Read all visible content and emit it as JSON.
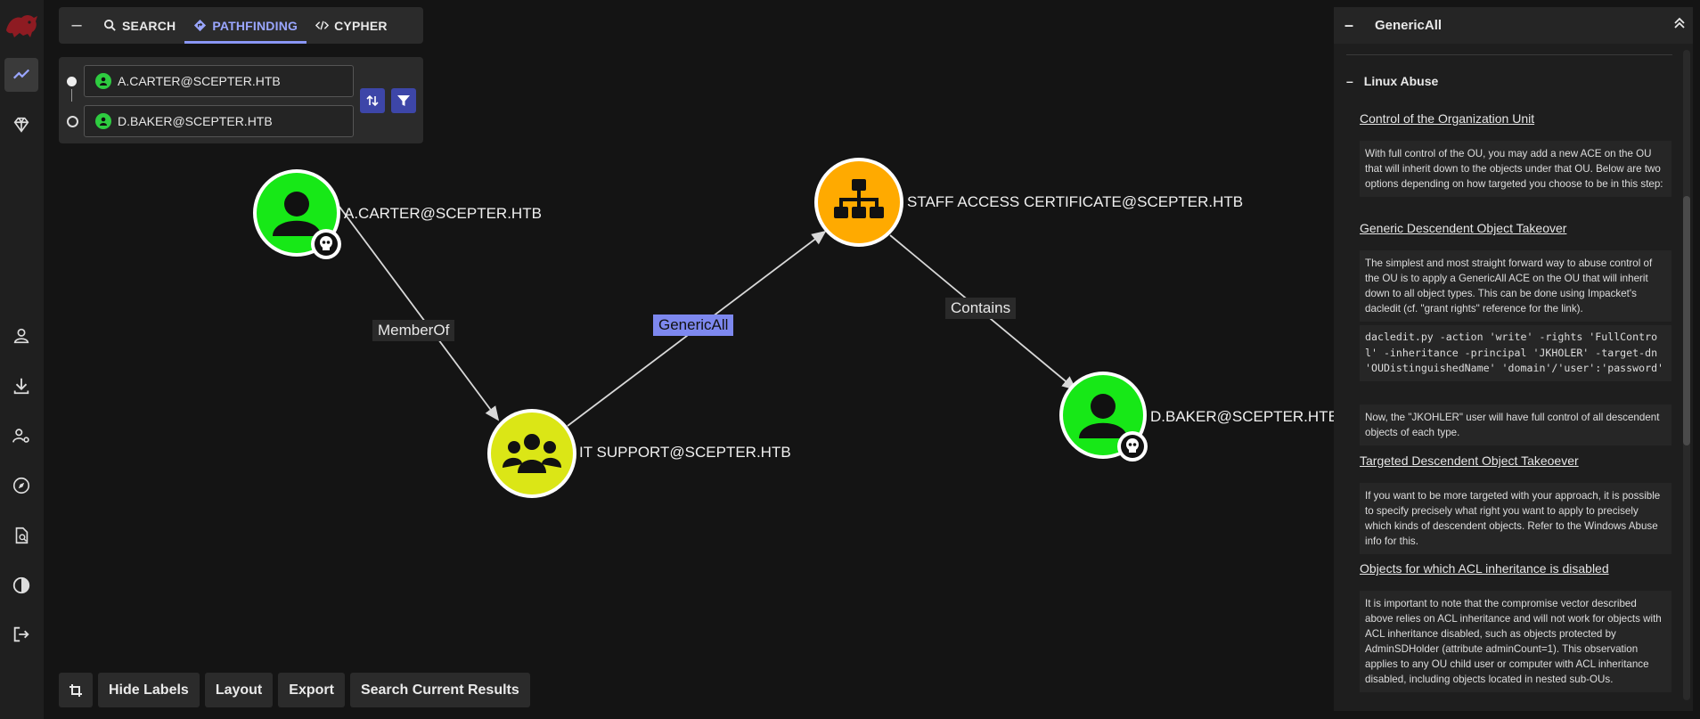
{
  "nav": {
    "items": [
      "explore",
      "group-management",
      "profile",
      "download-collectors",
      "administration",
      "api-explorer",
      "documentation",
      "dark-mode",
      "logout"
    ]
  },
  "search_tabs": [
    {
      "label": "SEARCH",
      "icon": "search-icon"
    },
    {
      "label": "PATHFINDING",
      "icon": "diamond-arrow-icon"
    },
    {
      "label": "CYPHER",
      "icon": "code-icon"
    }
  ],
  "pathfinding": {
    "start": "A.CARTER@SCEPTER.HTB",
    "end": "D.BAKER@SCEPTER.HTB"
  },
  "graph": {
    "nodes": [
      {
        "id": "carter",
        "label": "A.CARTER@SCEPTER.HTB",
        "kind": "user",
        "color": "#17e817",
        "owned": true
      },
      {
        "id": "itsupport",
        "label": "IT SUPPORT@SCEPTER.HTB",
        "kind": "group",
        "color": "#dbe616"
      },
      {
        "id": "staff",
        "label": "STAFF ACCESS CERTIFICATE@SCEPTER.HTB",
        "kind": "ou",
        "color": "#ffaa00"
      },
      {
        "id": "baker",
        "label": "D.BAKER@SCEPTER.HTB",
        "kind": "user",
        "color": "#17e817",
        "owned": true
      }
    ],
    "edges": [
      {
        "from": "carter",
        "to": "itsupport",
        "label": "MemberOf"
      },
      {
        "from": "itsupport",
        "to": "staff",
        "label": "GenericAll",
        "selected": true
      },
      {
        "from": "staff",
        "to": "baker",
        "label": "Contains"
      }
    ]
  },
  "toolbar": {
    "hide_labels": "Hide Labels",
    "layout": "Layout",
    "export": "Export",
    "search_current": "Search Current Results"
  },
  "panel": {
    "title": "GenericAll",
    "section": "Linux Abuse",
    "h1": "Control of the Organization Unit",
    "p1": "With full control of the OU, you may add a new ACE on the OU that will inherit down to the objects under that OU. Below are two options depending on how targeted you choose to be in this step:",
    "h2": "Generic Descendent Object Takeover",
    "p2": "The simplest and most straight forward way to abuse control of the OU is to apply a GenericAll ACE on the OU that will inherit down to all object types. This can be done using Impacket's dacledit (cf. \"grant rights\" reference for the link).",
    "code": "dacledit.py -action 'write' -rights 'FullControl' -inheritance -principal 'JKHOLER' -target-dn 'OUDistinguishedName' 'domain'/'user':'password'",
    "p3": "Now, the \"JKOHLER\" user will have full control of all descendent objects of each type.",
    "h3": "Targeted Descendent Object Takeoever",
    "p4": "If you want to be more targeted with your approach, it is possible to specify precisely what right you want to apply to precisely which kinds of descendent objects. Refer to the Windows Abuse info for this.",
    "h4": "Objects for which ACL inheritance is disabled",
    "p5": "It is important to note that the compromise vector described above relies on ACL inheritance and will not work for objects with ACL inheritance disabled, such as objects protected by AdminSDHolder (attribute adminCount=1). This observation applies to any OU child user or computer with ACL inheritance disabled, including objects located in nested sub-OUs."
  }
}
